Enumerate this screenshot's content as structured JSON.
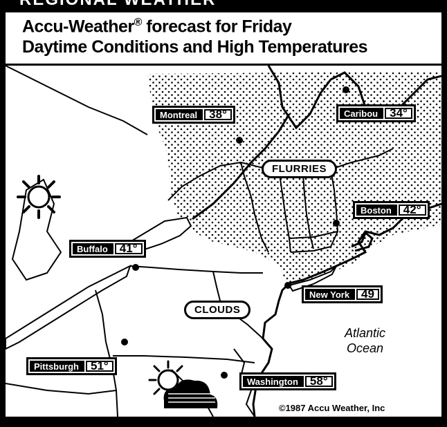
{
  "header": {
    "top_strip_text": "REGIONAL WEATHER",
    "title_line1_prefix": "Accu-Weather",
    "title_registered_mark": "®",
    "title_line1_suffix": "forecast for Friday",
    "title_line2": "Daytime Conditions and High Temperatures"
  },
  "regions": {
    "flurries": "FLURRIES",
    "clouds": "CLOUDS"
  },
  "ocean_label": {
    "line1": "Atlantic",
    "line2": "Ocean"
  },
  "cities": [
    {
      "name": "Montreal",
      "temp": "38°"
    },
    {
      "name": "Caribou",
      "temp": "34°"
    },
    {
      "name": "Boston",
      "temp": "42°"
    },
    {
      "name": "Buffalo",
      "temp": "41°"
    },
    {
      "name": "New York",
      "temp": "49"
    },
    {
      "name": "Pittsburgh",
      "temp": "51°"
    },
    {
      "name": "Washington",
      "temp": "58°"
    }
  ],
  "copyright": "©1987 Accu Weather, Inc",
  "icons": [
    "sun-icon",
    "partly-cloudy-icon"
  ],
  "colors": {
    "ink": "#000000",
    "paper": "#ffffff"
  }
}
